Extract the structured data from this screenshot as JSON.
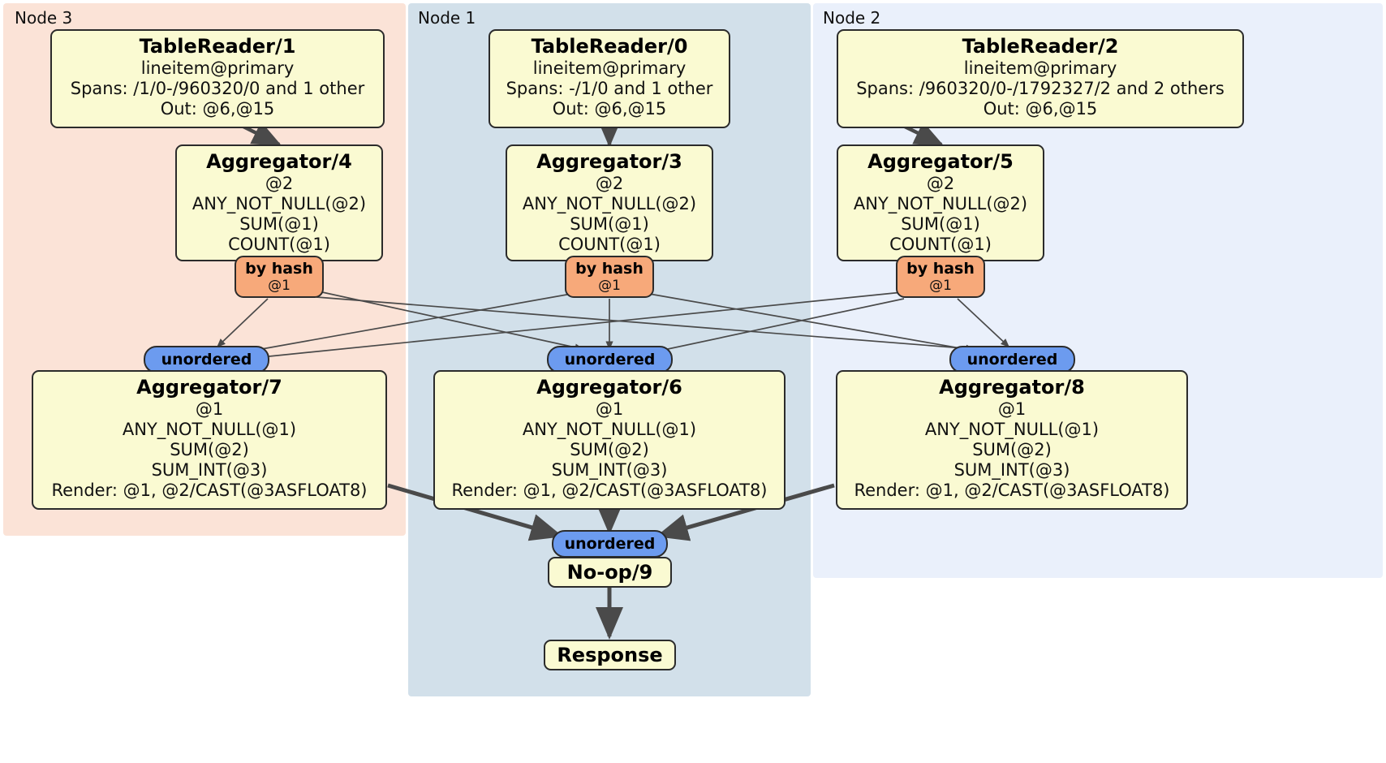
{
  "diagram": {
    "type": "distributed-query-plan",
    "colors": {
      "node3_panel": "#fbe3d7",
      "node1_panel": "#d2e0ea",
      "node2_panel": "#eaf0fb",
      "processor_box": "#fafad2",
      "hash_pill": "#f7a97a",
      "unordered_pill": "#6c9bef",
      "edge": "#4a4a4a"
    }
  },
  "nodes": {
    "node3": {
      "label": "Node 3"
    },
    "node1": {
      "label": "Node 1"
    },
    "node2": {
      "label": "Node 2"
    }
  },
  "processors": {
    "table_reader_1": {
      "title": "TableReader/1",
      "lines": [
        "lineitem@primary",
        "Spans: /1/0-/960320/0 and 1 other",
        "Out: @6,@15"
      ]
    },
    "table_reader_0": {
      "title": "TableReader/0",
      "lines": [
        "lineitem@primary",
        "Spans: -/1/0 and 1 other",
        "Out: @6,@15"
      ]
    },
    "table_reader_2": {
      "title": "TableReader/2",
      "lines": [
        "lineitem@primary",
        "Spans: /960320/0-/1792327/2 and 2 others",
        "Out: @6,@15"
      ]
    },
    "aggregator_4": {
      "title": "Aggregator/4",
      "lines": [
        "@2",
        "ANY_NOT_NULL(@2)",
        "SUM(@1)",
        "COUNT(@1)"
      ]
    },
    "aggregator_3": {
      "title": "Aggregator/3",
      "lines": [
        "@2",
        "ANY_NOT_NULL(@2)",
        "SUM(@1)",
        "COUNT(@1)"
      ]
    },
    "aggregator_5": {
      "title": "Aggregator/5",
      "lines": [
        "@2",
        "ANY_NOT_NULL(@2)",
        "SUM(@1)",
        "COUNT(@1)"
      ]
    },
    "aggregator_7": {
      "title": "Aggregator/7",
      "lines": [
        "@1",
        "ANY_NOT_NULL(@1)",
        "SUM(@2)",
        "SUM_INT(@3)",
        "Render: @1, @2/CAST(@3ASFLOAT8)"
      ]
    },
    "aggregator_6": {
      "title": "Aggregator/6",
      "lines": [
        "@1",
        "ANY_NOT_NULL(@1)",
        "SUM(@2)",
        "SUM_INT(@3)",
        "Render: @1, @2/CAST(@3ASFLOAT8)"
      ]
    },
    "aggregator_8": {
      "title": "Aggregator/8",
      "lines": [
        "@1",
        "ANY_NOT_NULL(@1)",
        "SUM(@2)",
        "SUM_INT(@3)",
        "Render: @1, @2/CAST(@3ASFLOAT8)"
      ]
    },
    "noop_9": {
      "title": "No-op/9",
      "lines": []
    },
    "response": {
      "title": "Response",
      "lines": []
    }
  },
  "routers": {
    "hash_left": {
      "label": "by hash",
      "column": "@1"
    },
    "hash_center": {
      "label": "by hash",
      "column": "@1"
    },
    "hash_right": {
      "label": "by hash",
      "column": "@1"
    }
  },
  "synchronizers": {
    "unordered_left": {
      "label": "unordered"
    },
    "unordered_center": {
      "label": "unordered"
    },
    "unordered_right": {
      "label": "unordered"
    },
    "unordered_final": {
      "label": "unordered"
    }
  }
}
